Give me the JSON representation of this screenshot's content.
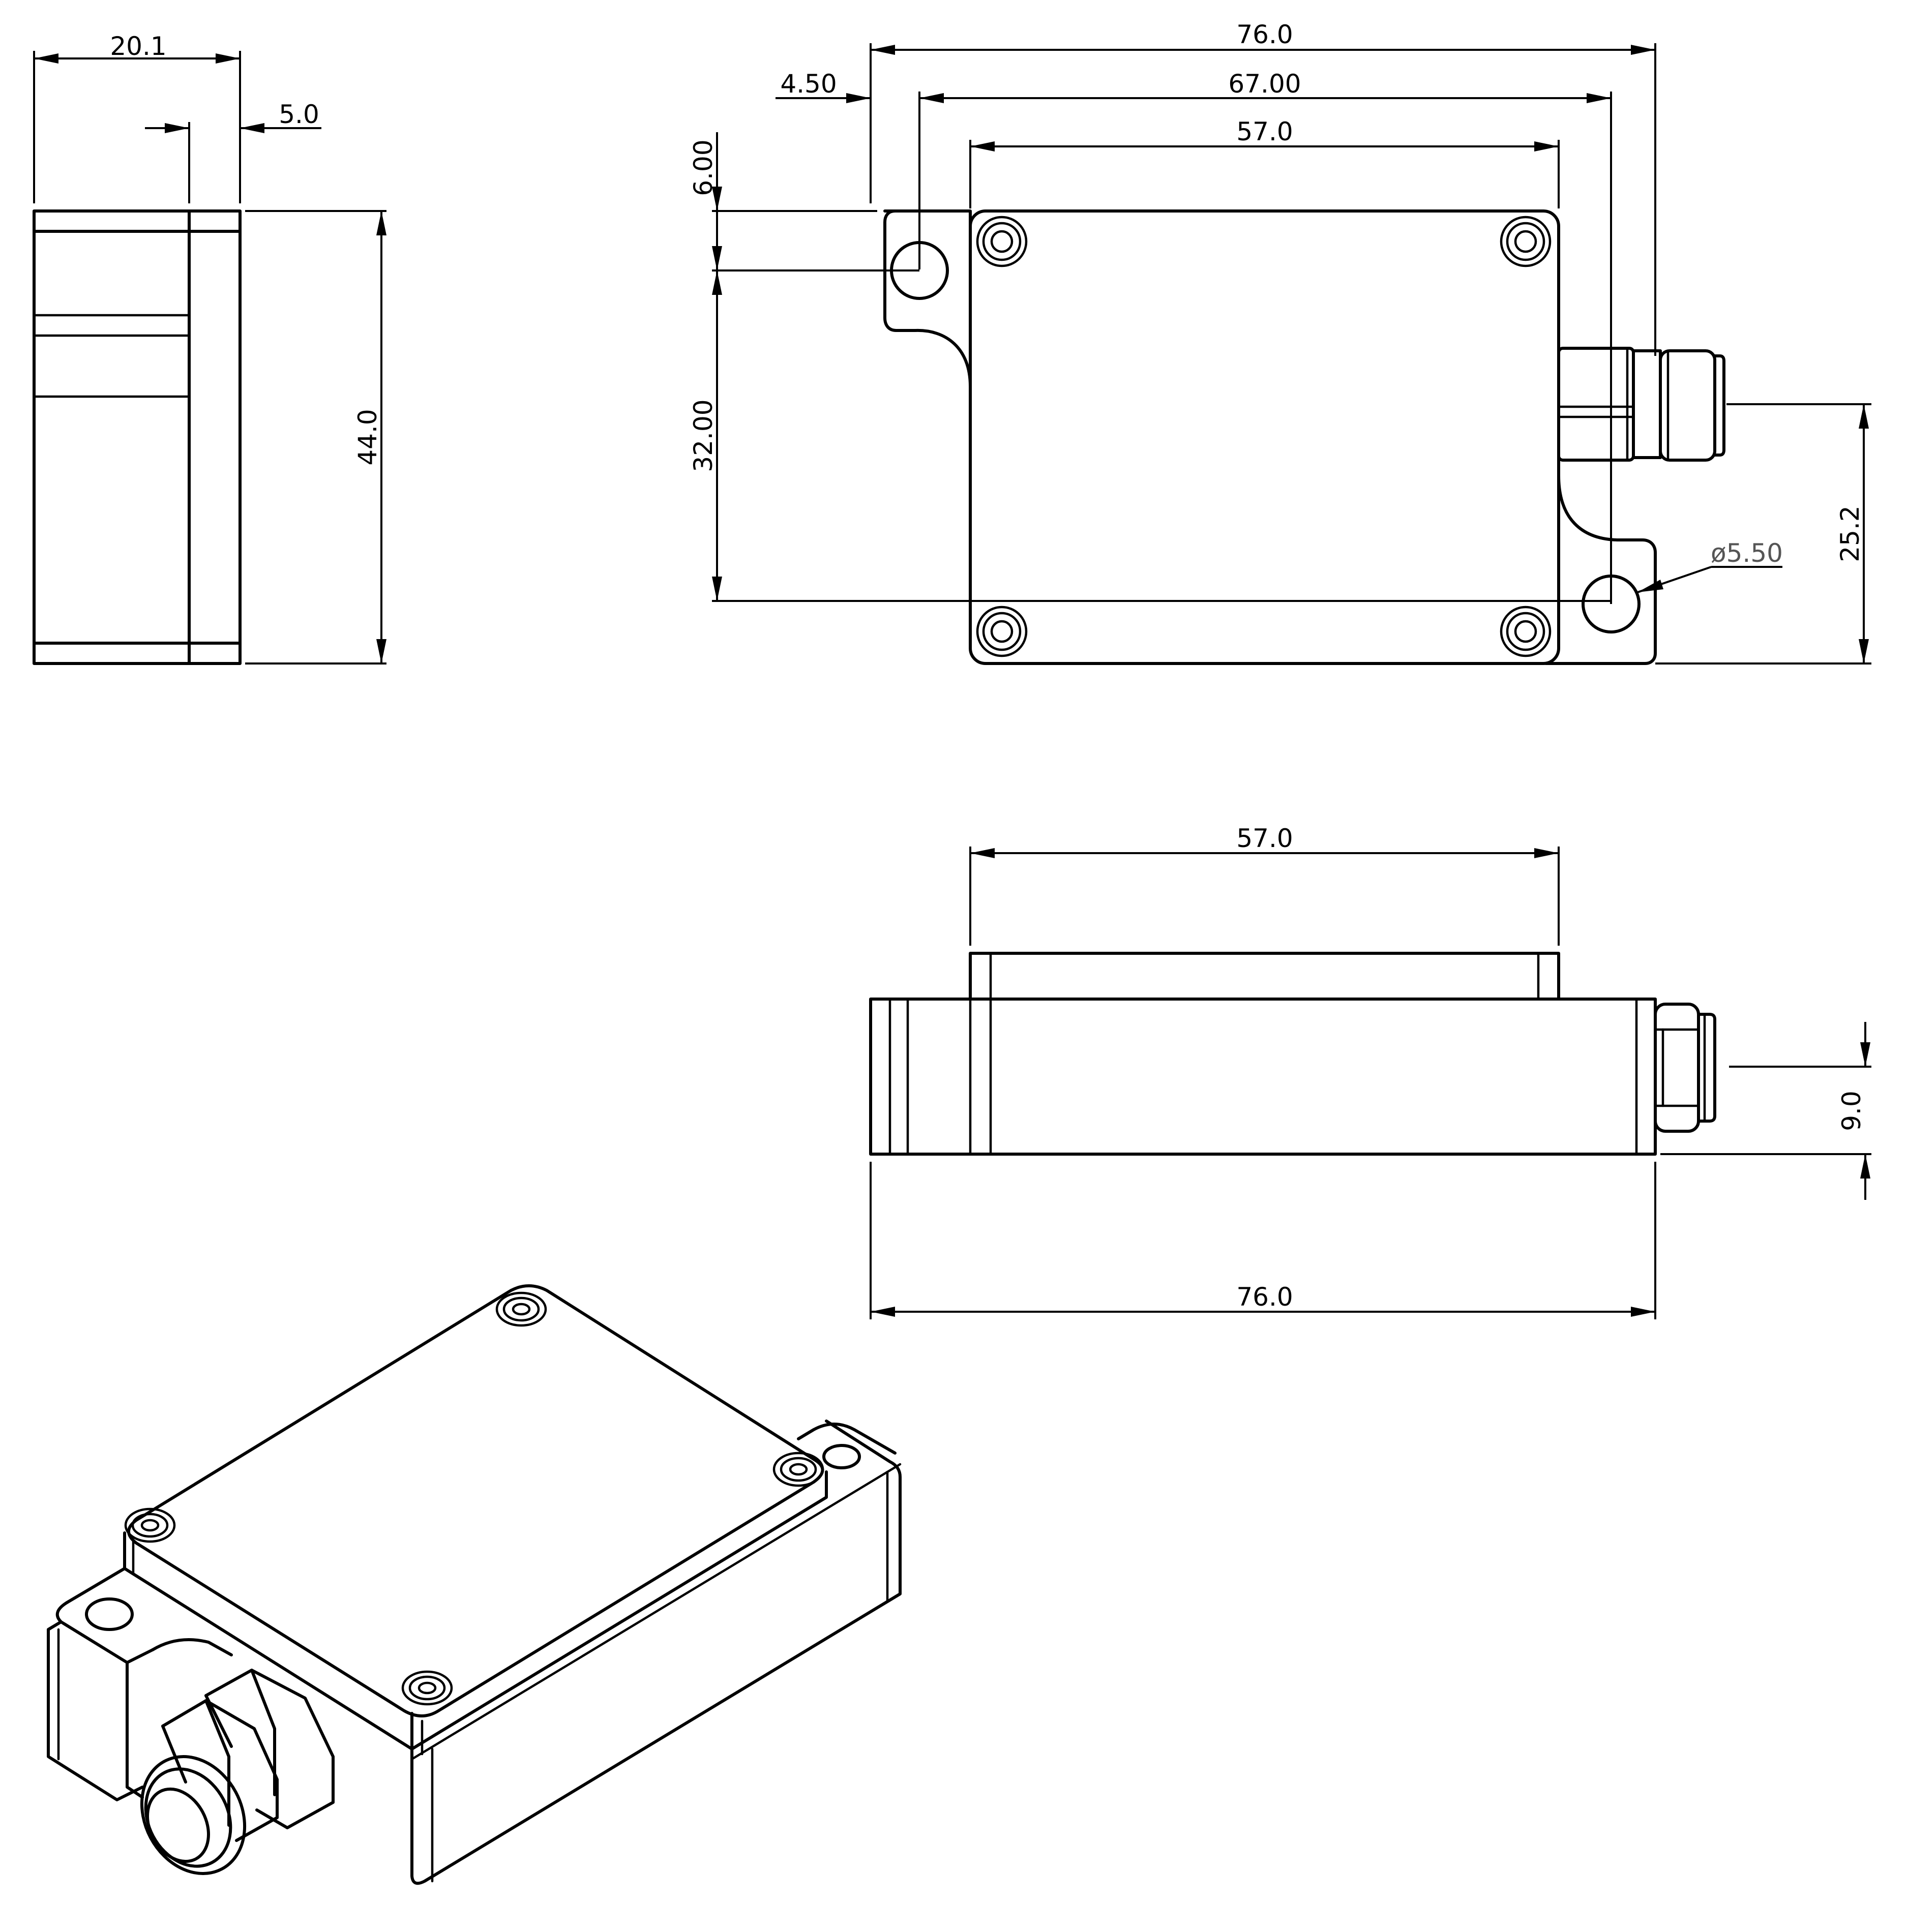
{
  "colors": {
    "line": "#000000",
    "background": "#ffffff",
    "leader": "#555555"
  },
  "side_view": {
    "width_label": "20.1",
    "lip_label": "5.0",
    "height_label": "44.0"
  },
  "top_view": {
    "overall_length_label": "76.0",
    "hole_spacing_label": "67.00",
    "lid_length_label": "57.0",
    "hole_offset_label": "4.50",
    "hole_top_offset_label": "6.00",
    "hole_vertical_spacing_label": "32.00",
    "gland_height_label": "25.2",
    "hole_diameter_label": "ø5.50"
  },
  "front_view": {
    "lid_length_label": "57.0",
    "overall_length_label": "76.0",
    "gland_center_label": "9.0"
  }
}
